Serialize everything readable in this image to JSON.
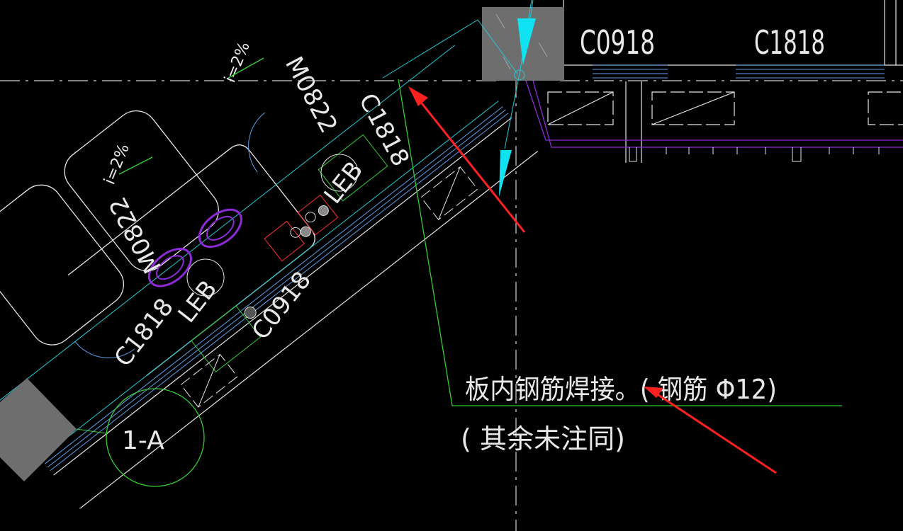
{
  "drawing": {
    "window_labels_top": [
      "C0918",
      "C1818"
    ],
    "slope_labels": [
      "i=2%",
      "i=2%"
    ],
    "door_labels": [
      "M0822",
      "M0822"
    ],
    "leb_labels": [
      "LEB",
      "LEB"
    ],
    "rotated_window_labels": [
      "C1818",
      "C0918",
      "C1818"
    ],
    "grid_bubble": "1-A"
  },
  "annotation": {
    "line1": "板内钢筋焊接。( 钢筋 Φ12)",
    "line2": "( 其余未注同)"
  },
  "colors": {
    "background": "#000000",
    "wall": "#e6e6e6",
    "cyan": "#22c8d8",
    "green": "#33cc33",
    "purple": "#8c2bd6",
    "red": "#ff2020",
    "gray_block": "#6e6e6e"
  }
}
